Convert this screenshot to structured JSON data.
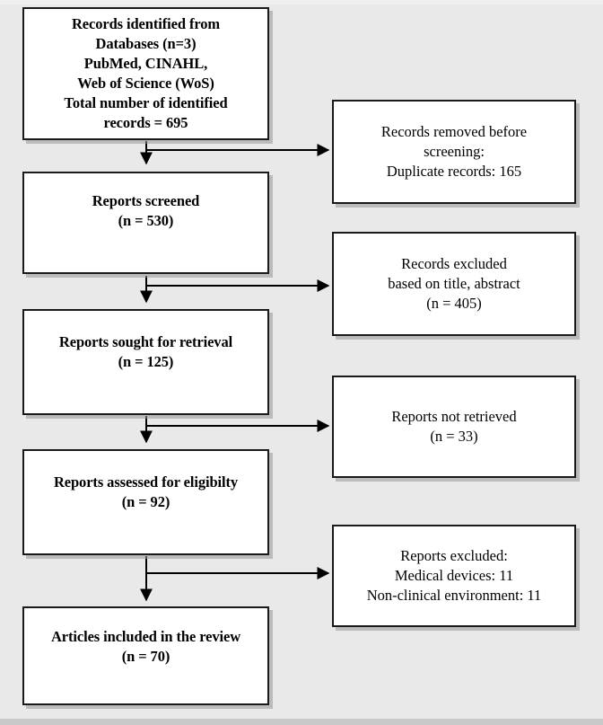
{
  "diagram": {
    "type": "prisma-flow-diagram",
    "background_color": "#e9e9e9",
    "box_fill_color": "#ffffff",
    "box_border_color": "#1a1a1a",
    "connector_color": "#000000",
    "left_column": [
      {
        "id": "identification",
        "lines": [
          "Records identified from",
          "Databases (n=3)",
          "PubMed, CINAHL,",
          "Web of Science (WoS)",
          "Total number of identified",
          "records = 695"
        ]
      },
      {
        "id": "screened",
        "lines": [
          "Reports screened",
          "(n = 530)"
        ]
      },
      {
        "id": "sought-for-retrieval",
        "lines": [
          "Reports sought for retrieval",
          "(n = 125)"
        ]
      },
      {
        "id": "assessed-for-eligibility",
        "lines": [
          "Reports assessed for eligibilty",
          "(n = 92)"
        ]
      },
      {
        "id": "included",
        "lines": [
          "Articles included in the review",
          "(n = 70)"
        ]
      }
    ],
    "right_column": [
      {
        "id": "removed-before-screening",
        "lines": [
          "Records removed before",
          "screening:",
          "Duplicate records: 165"
        ]
      },
      {
        "id": "excluded-title-abstract",
        "lines": [
          "Records excluded",
          "based on title, abstract",
          "(n = 405)"
        ]
      },
      {
        "id": "not-retrieved",
        "lines": [
          "Reports not retrieved",
          "(n = 33)"
        ]
      },
      {
        "id": "excluded-eligibility",
        "lines": [
          "Reports excluded:",
          "Medical devices: 11",
          "Non-clinical environment: 11"
        ]
      }
    ]
  },
  "chart_data": {
    "type": "diagram",
    "title": "PRISMA flow diagram",
    "nodes": [
      {
        "stage": "Identification",
        "label": "Records identified from Databases (n=3) PubMed, CINAHL, Web of Science (WoS) Total number of identified records = 695",
        "count": 695,
        "databases": 3
      },
      {
        "stage": "Screening",
        "label": "Reports screened",
        "count": 530
      },
      {
        "stage": "Retrieval",
        "label": "Reports sought for retrieval",
        "count": 125
      },
      {
        "stage": "Eligibility",
        "label": "Reports assessed for eligibilty",
        "count": 92
      },
      {
        "stage": "Included",
        "label": "Articles included in the review",
        "count": 70
      }
    ],
    "exclusions": [
      {
        "label": "Records removed before screening: Duplicate records",
        "count": 165
      },
      {
        "label": "Records excluded based on title, abstract",
        "count": 405
      },
      {
        "label": "Reports not retrieved",
        "count": 33
      },
      {
        "label": "Reports excluded: Medical devices",
        "count": 11
      },
      {
        "label": "Reports excluded: Non-clinical environment",
        "count": 11
      }
    ]
  }
}
